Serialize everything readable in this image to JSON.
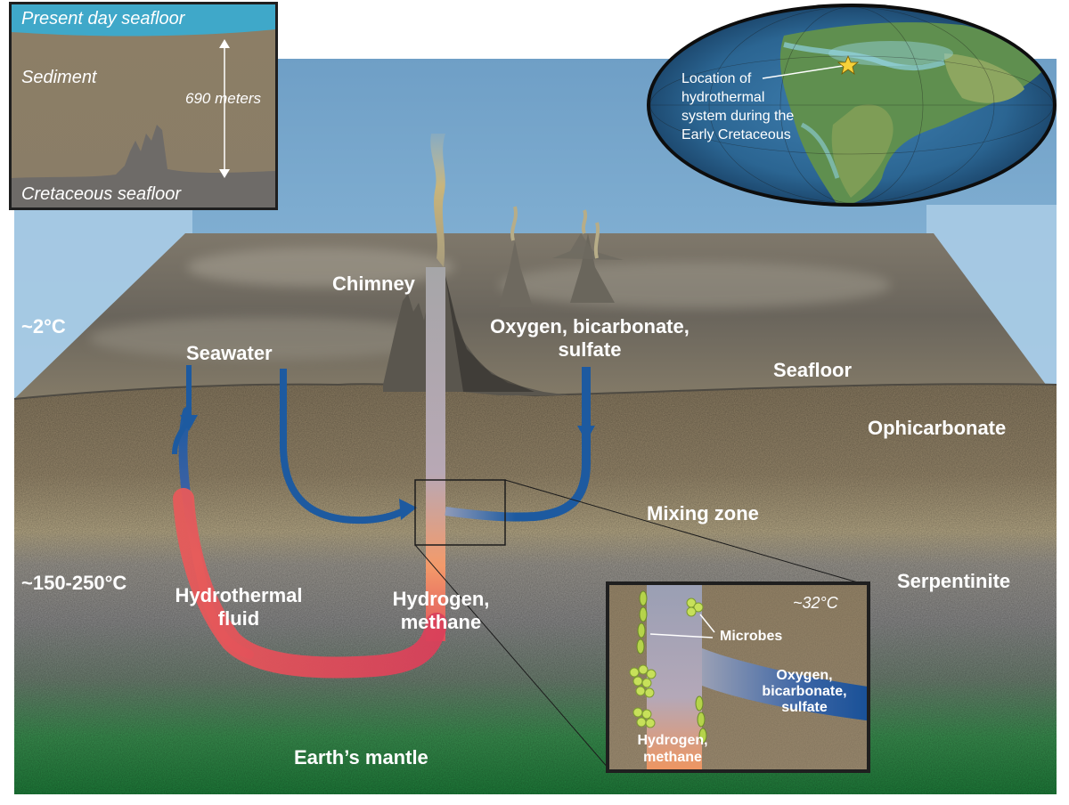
{
  "labels": {
    "present_day_seafloor": "Present day seafloor",
    "sediment": "Sediment",
    "meters": "690 meters",
    "cretaceous_seafloor": "Cretaceous seafloor",
    "location": "Location of hydrothermal system during the Early Cretaceous",
    "location_lines": [
      "Location of",
      "hydrothermal",
      "system during the",
      "Early Cretaceous"
    ],
    "chimney": "Chimney",
    "temp_cold": "~2°C",
    "seawater": "Seawater",
    "oxygen": "Oxygen, bicarbonate, sulfate",
    "oxygen_lines": [
      "Oxygen, bicarbonate,",
      "sulfate"
    ],
    "seafloor": "Seafloor",
    "ophicarbonate": "Ophicarbonate",
    "mixing_zone": "Mixing zone",
    "temp_hot": "~150-250°C",
    "serpentinite": "Serpentinite",
    "hydrothermal_fluid": "Hydrothermal fluid",
    "hydrothermal_fluid_lines": [
      "Hydrothermal",
      "fluid"
    ],
    "hydrogen_methane": "Hydrogen, methane",
    "hydrogen_methane_lines": [
      "Hydrogen,",
      "methane"
    ],
    "mantle": "Earth’s mantle",
    "inset_temp": "~32°C",
    "microbes": "Microbes",
    "inset_oxygen_lines": [
      "Oxygen,",
      "bicarbonate,",
      "sulfate"
    ],
    "inset_hydrogen_lines": [
      "Hydrogen,",
      "methane"
    ]
  },
  "colors": {
    "seawater_flow": "#1d5aa0",
    "hot_fluid": "#e04050",
    "mid_fluid": "#f39a6a",
    "sky_water": "#7eaed3",
    "sediment": "#8a7d66",
    "serpentinite": "#8e8e8e",
    "mantle": "#2e8f45",
    "microbe": "#b5d34a",
    "star": "#f6d23a"
  },
  "icons": [
    "star-icon",
    "arrow-down-icon",
    "arrow-right-icon"
  ]
}
